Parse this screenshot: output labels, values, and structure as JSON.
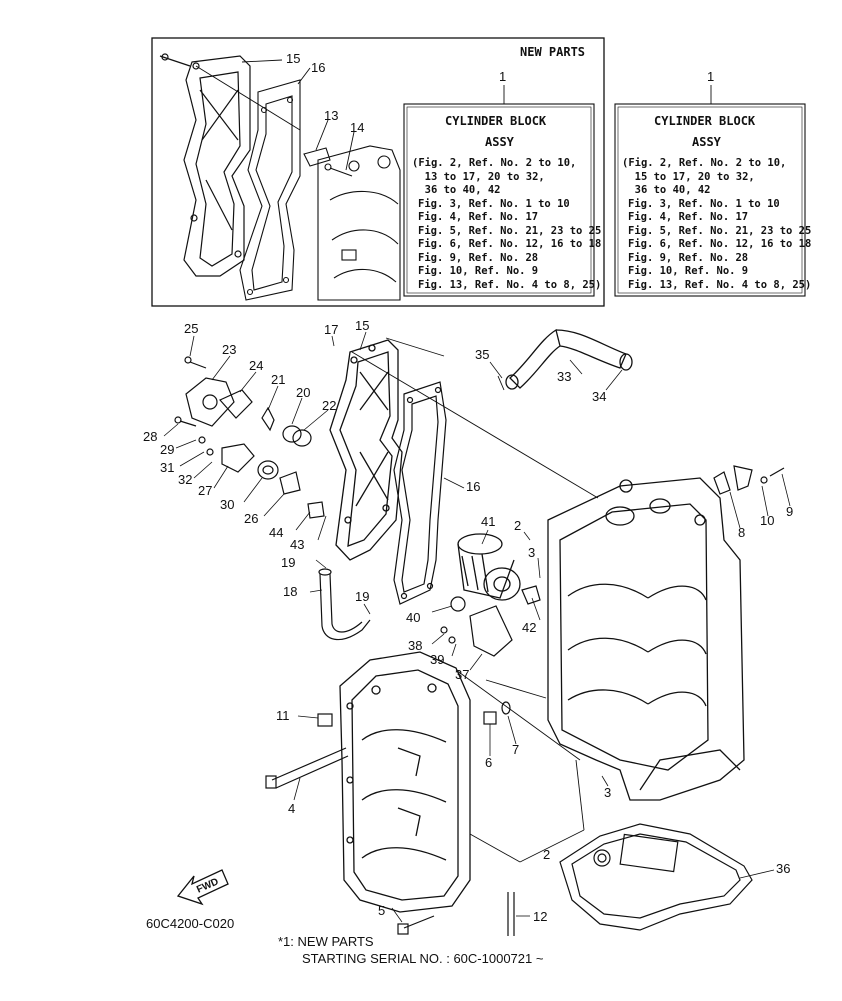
{
  "new_parts_header": "NEW PARTS",
  "info_boxes": [
    {
      "callout": "1",
      "title": "CYLINDER BLOCK",
      "subtitle": "ASSY",
      "lines": [
        "(Fig. 2, Ref. No. 2 to 10,",
        "  13 to 17, 20 to 32,",
        "  36 to 40, 42",
        "Fig. 3, Ref. No. 1 to 10",
        "Fig. 4, Ref. No. 17",
        "Fig. 5, Ref. No. 21, 23 to 25",
        "Fig. 6, Ref. No. 12, 16 to 18",
        "Fig. 9, Ref. No. 28",
        "Fig. 10, Ref. No. 9",
        "Fig. 13, Ref. No. 4 to 8, 25)"
      ]
    },
    {
      "callout": "1",
      "title": "CYLINDER BLOCK",
      "subtitle": "ASSY",
      "lines": [
        "(Fig. 2, Ref. No. 2 to 10,",
        "  15 to 17, 20 to 32,",
        "  36 to 40, 42",
        "Fig. 3, Ref. No. 1 to 10",
        "Fig. 4, Ref. No. 17",
        "Fig. 5, Ref. No. 21, 23 to 25",
        "Fig. 6, Ref. No. 12, 16 to 18",
        "Fig. 9, Ref. No. 28",
        "Fig. 10, Ref. No. 9",
        "Fig. 13, Ref. No. 4 to 8, 25)"
      ]
    }
  ],
  "inset_labels": [
    "15",
    "16",
    "13",
    "14"
  ],
  "part_labels": [
    "25",
    "23",
    "24",
    "21",
    "20",
    "22",
    "17",
    "15",
    "35",
    "33",
    "34",
    "28",
    "29",
    "31",
    "32",
    "27",
    "30",
    "26",
    "44",
    "43",
    "19",
    "16",
    "18",
    "19",
    "41",
    "2",
    "3",
    "40",
    "42",
    "38",
    "39",
    "37",
    "8",
    "10",
    "9",
    "11",
    "4",
    "6",
    "7",
    "3",
    "2",
    "36",
    "5",
    "12"
  ],
  "fwd_label": "FWD",
  "drawing_code": "60C4200-C020",
  "footer_line1": "*1: NEW PARTS",
  "footer_line2": "STARTING SERIAL NO. : 60C-1000721 ~"
}
